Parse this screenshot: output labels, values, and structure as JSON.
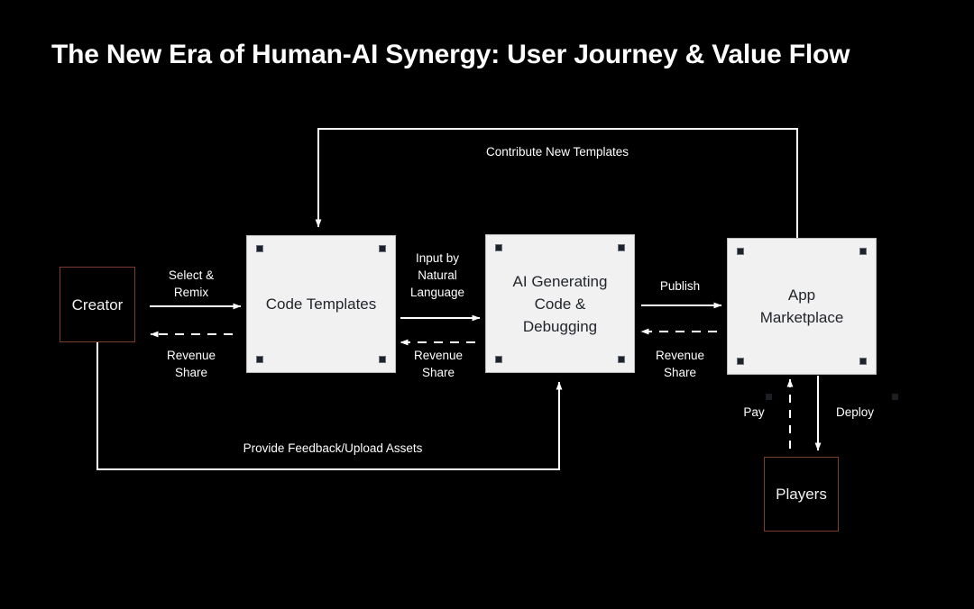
{
  "title": "The New Era of Human-AI Synergy: User Journey & Value Flow",
  "colors": {
    "background": "#000000",
    "title_text": "#ffffff",
    "node_light_fill": "#f1f1f2",
    "node_light_border": "#b9b9bb",
    "node_light_text": "#22262b",
    "node_dark_fill": "#000000",
    "node_dark_border": "#7c3c29",
    "node_dark_text": "#f2f2f2",
    "edge_stroke": "#ffffff",
    "handle_fill": "#1d232b"
  },
  "nodes": [
    {
      "id": "creator",
      "label": "Creator",
      "style": "dark",
      "handles": false
    },
    {
      "id": "templates",
      "label": "Code Templates",
      "style": "light",
      "handles": true
    },
    {
      "id": "ai",
      "label": "AI Generating\nCode &\nDebugging",
      "style": "light",
      "handles": true
    },
    {
      "id": "marketplace",
      "label": "App\nMarketplace",
      "style": "light",
      "handles": true
    },
    {
      "id": "players",
      "label": "Players",
      "style": "dark",
      "handles": false
    }
  ],
  "edges": [
    {
      "id": "select-remix",
      "label": "Select &\nRemix",
      "line": "solid",
      "direction": "right"
    },
    {
      "id": "revenue-share-1",
      "label": "Revenue\nShare",
      "line": "dashed",
      "direction": "left"
    },
    {
      "id": "input-natural-lang",
      "label": "Input by\nNatural\nLanguage",
      "line": "solid",
      "direction": "right"
    },
    {
      "id": "revenue-share-2",
      "label": "Revenue\nShare",
      "line": "dashed",
      "direction": "left"
    },
    {
      "id": "publish",
      "label": "Publish",
      "line": "solid",
      "direction": "right"
    },
    {
      "id": "revenue-share-3",
      "label": "Revenue\nShare",
      "line": "dashed",
      "direction": "left"
    },
    {
      "id": "contribute",
      "label": "Contribute New Templates",
      "line": "solid",
      "direction": "down"
    },
    {
      "id": "feedback",
      "label": "Provide Feedback/Upload Assets",
      "line": "solid",
      "direction": "up"
    },
    {
      "id": "pay",
      "label": "Pay",
      "line": "dashed",
      "direction": "up"
    },
    {
      "id": "deploy",
      "label": "Deploy",
      "line": "solid",
      "direction": "down"
    }
  ]
}
